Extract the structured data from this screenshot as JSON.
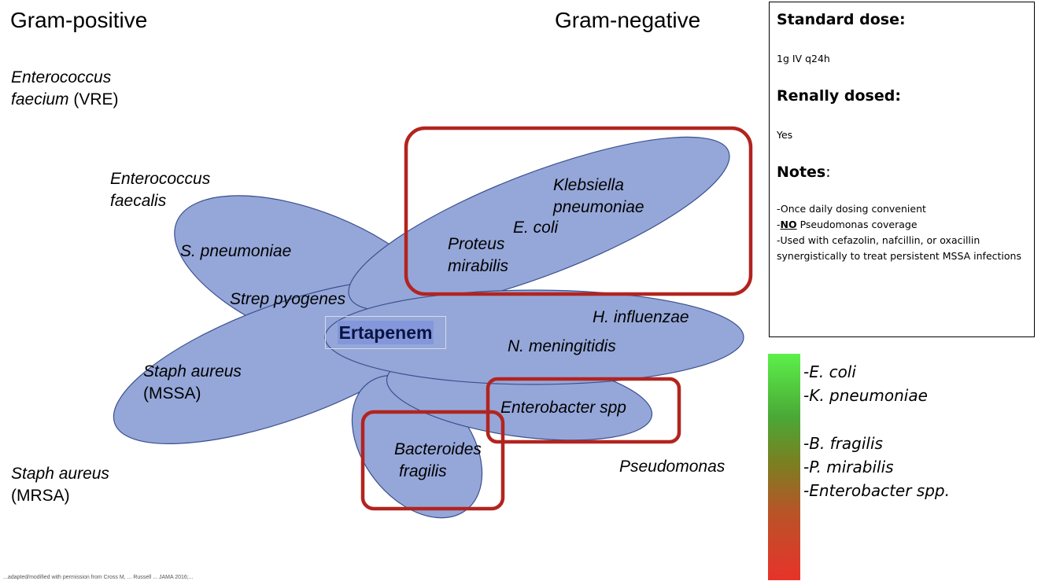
{
  "headings": {
    "gram_positive": "Gram-positive",
    "gram_negative": "Gram-negative"
  },
  "organisms": {
    "enterococcus_faecium_line1": "Enterococcus",
    "enterococcus_faecium_line2": "faecium",
    "enterococcus_faecium_suffix": " (VRE)",
    "enterococcus_faecalis_line1": "Enterococcus",
    "enterococcus_faecalis_line2": "faecalis",
    "s_pneumoniae": "S. pneumoniae",
    "strep_pyogenes": "Strep pyogenes",
    "staph_mssa_line1": "Staph aureus",
    "staph_mssa_line2": "(MSSA)",
    "staph_mrsa_line1": "Staph aureus",
    "staph_mrsa_line2": "(MRSA)",
    "klebsiella_line1": "Klebsiella",
    "klebsiella_line2": "pneumoniae",
    "e_coli": "E. coli",
    "proteus_line1": "Proteus",
    "proteus_line2": "mirabilis",
    "h_influenzae": "H. influenzae",
    "n_meningitidis": "N. meningitidis",
    "enterobacter": "Enterobacter spp",
    "bacteroides_line1": "Bacteroides",
    "bacteroides_line2": "fragilis",
    "pseudomonas": "Pseudomonas"
  },
  "drug": {
    "name": "Ertapenem"
  },
  "info_box": {
    "standard_dose_title": "Standard dose:",
    "standard_dose_value": "1g IV q24h",
    "renally_dosed_title": "Renally dosed:",
    "renally_dosed_value": "Yes",
    "notes_title": "Notes",
    "notes_colon": ":",
    "note1": "-Once daily dosing convenient",
    "note2_prefix": "-",
    "note2_emphasis": "NO",
    "note2_rest": " Pseudomonas coverage",
    "note3": "-Used with cefazolin, nafcillin, or oxacillin synergistically to treat persistent MSSA infections"
  },
  "activity_list": {
    "items_top": [
      "-E. coli",
      "-K. pneumoniae"
    ],
    "items_bottom": [
      "-B. fragilis",
      "-P. mirabilis",
      "-Enterobacter spp."
    ]
  },
  "footnote": {
    "text": "...adapted/modified with permission from Cross M, ... Russell ... JAMA 2016;..."
  },
  "colors": {
    "ellipse_fill": "#95a7d9",
    "ellipse_stroke": "#3b4f8e",
    "highlight_box": "#b2241f",
    "drug_label_bg": "#8497dc",
    "drug_label_text": "#0a1440",
    "gradient_top": "#5cf04a",
    "gradient_bottom": "#e8322a"
  }
}
